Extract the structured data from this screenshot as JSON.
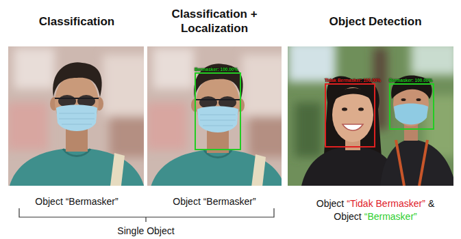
{
  "diagram": {
    "nodes": [
      {
        "text": [
          "Bermasker: 100.00%"
        ]
      },
      {
        "text": [
          "Tidak Bermasker: 100.00%"
        ]
      },
      {
        "text": [
          "Bermasker: 100.00%"
        ]
      }
    ],
    "labels": [
      "Classification",
      "Classification + Localization",
      "Object Detection",
      "Object “Bermasker”",
      "Object “Bermasker”",
      "Single Object",
      "Object",
      "“Tidak Bermasker”",
      "&",
      "Object",
      "“Bermasker”"
    ]
  }
}
